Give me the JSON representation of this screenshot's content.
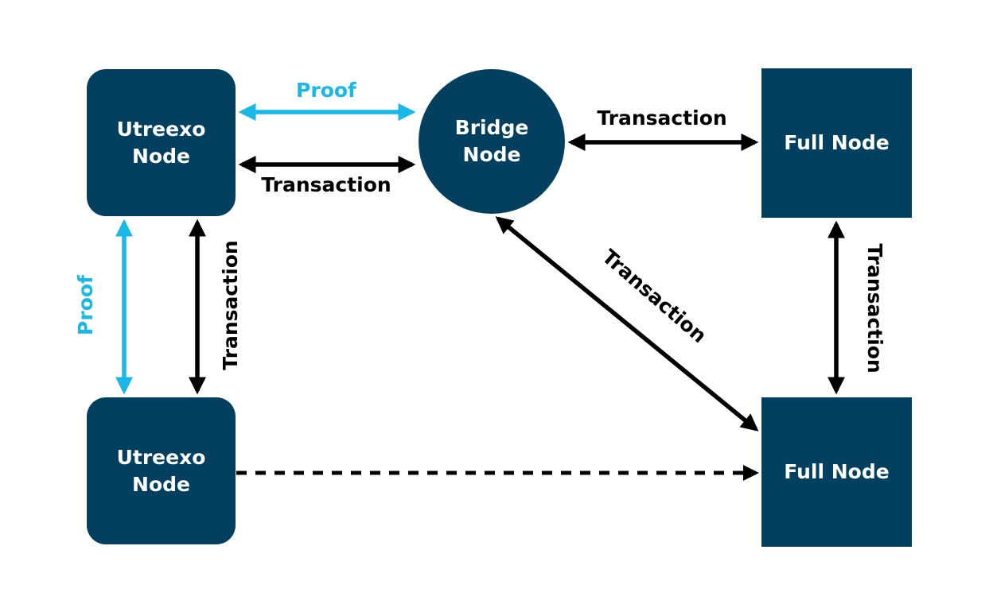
{
  "colors": {
    "node_fill": "#03405f",
    "node_text": "#ffffff",
    "transaction_edge": "#000000",
    "proof_edge": "#1ab8e6",
    "background": "#ffffff"
  },
  "nodes": {
    "utreexo_top": {
      "label": "Utreexo Node",
      "shape": "rounded-square"
    },
    "bridge": {
      "label": "Bridge Node",
      "shape": "circle"
    },
    "full_top": {
      "label": "Full Node",
      "shape": "square"
    },
    "utreexo_bottom": {
      "label": "Utreexo Node",
      "shape": "rounded-square"
    },
    "full_bottom": {
      "label": "Full Node",
      "shape": "square"
    }
  },
  "edges": [
    {
      "from": "utreexo_top",
      "to": "bridge",
      "label": "Proof",
      "kind": "proof",
      "direction": "bidirectional"
    },
    {
      "from": "utreexo_top",
      "to": "bridge",
      "label": "Transaction",
      "kind": "transaction",
      "direction": "bidirectional"
    },
    {
      "from": "bridge",
      "to": "full_top",
      "label": "Transaction",
      "kind": "transaction",
      "direction": "bidirectional"
    },
    {
      "from": "utreexo_top",
      "to": "utreexo_bottom",
      "label": "Proof",
      "kind": "proof",
      "direction": "bidirectional"
    },
    {
      "from": "utreexo_top",
      "to": "utreexo_bottom",
      "label": "Transaction",
      "kind": "transaction",
      "direction": "bidirectional"
    },
    {
      "from": "bridge",
      "to": "full_bottom",
      "label": "Transaction",
      "kind": "transaction",
      "direction": "bidirectional"
    },
    {
      "from": "full_top",
      "to": "full_bottom",
      "label": "Transaction",
      "kind": "transaction",
      "direction": "bidirectional"
    },
    {
      "from": "utreexo_bottom",
      "to": "full_bottom",
      "label": "",
      "kind": "transaction",
      "direction": "forward",
      "style": "dashed"
    }
  ]
}
